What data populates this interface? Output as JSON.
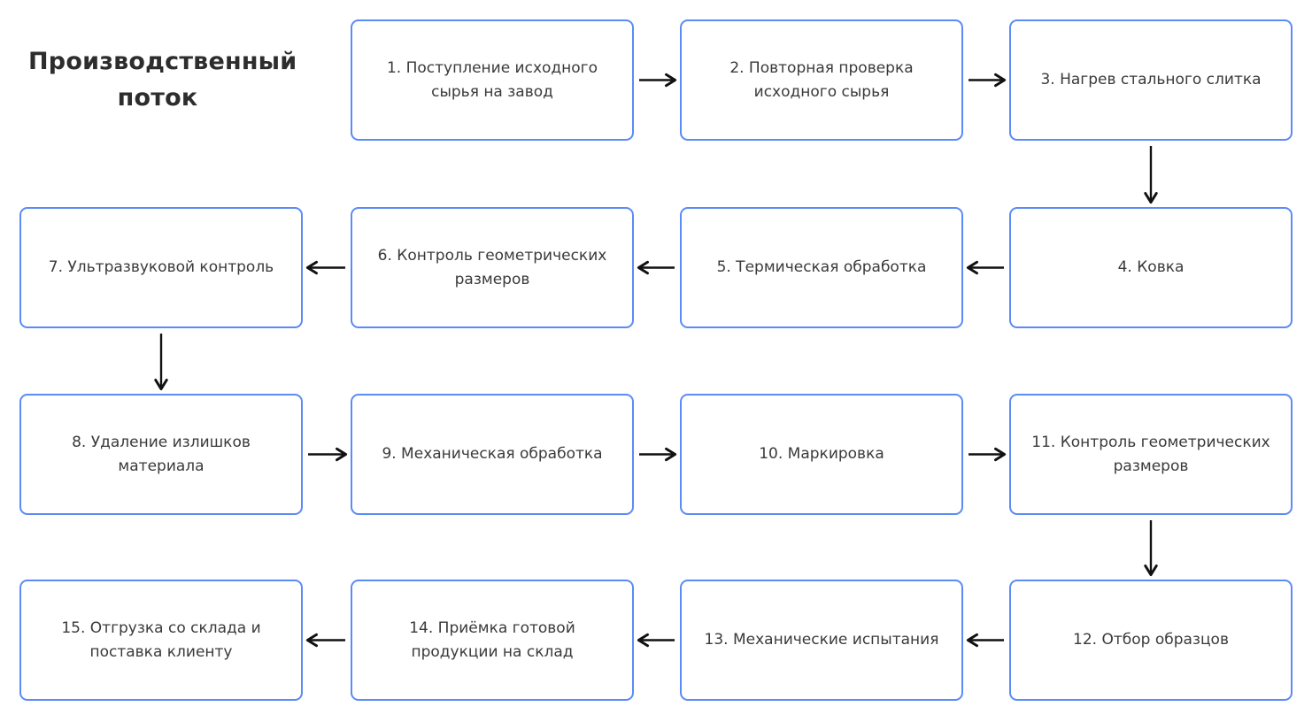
{
  "title": {
    "text": "Производственный поток"
  },
  "diagram": {
    "type": "flowchart",
    "direction": "boustrophedon",
    "nodes": [
      {
        "id": 1,
        "label": "1. Поступление исходного сырья на завод",
        "row": 0,
        "col": 1
      },
      {
        "id": 2,
        "label": "2. Повторная проверка исходного сырья",
        "row": 0,
        "col": 2
      },
      {
        "id": 3,
        "label": "3. Нагрев стального слитка",
        "row": 0,
        "col": 3
      },
      {
        "id": 4,
        "label": "4. Ковка",
        "row": 1,
        "col": 3
      },
      {
        "id": 5,
        "label": "5. Термическая обработка",
        "row": 1,
        "col": 2
      },
      {
        "id": 6,
        "label": "6. Контроль геометрических размеров",
        "row": 1,
        "col": 1
      },
      {
        "id": 7,
        "label": "7. Ультразвуковой контроль",
        "row": 1,
        "col": 0
      },
      {
        "id": 8,
        "label": "8. Удаление излишков материала",
        "row": 2,
        "col": 0
      },
      {
        "id": 9,
        "label": "9. Механическая обработка",
        "row": 2,
        "col": 1
      },
      {
        "id": 10,
        "label": "10. Маркировка",
        "row": 2,
        "col": 2
      },
      {
        "id": 11,
        "label": "11. Контроль геометрических размеров",
        "row": 2,
        "col": 3
      },
      {
        "id": 12,
        "label": "12. Отбор образцов",
        "row": 3,
        "col": 3
      },
      {
        "id": 13,
        "label": "13. Механические испытания",
        "row": 3,
        "col": 2
      },
      {
        "id": 14,
        "label": "14. Приёмка готовой продукции на склад",
        "row": 3,
        "col": 1
      },
      {
        "id": 15,
        "label": "15. Отгрузка со склада и поставка клиенту",
        "row": 3,
        "col": 0
      }
    ],
    "edges": [
      {
        "from": 1,
        "to": 2
      },
      {
        "from": 2,
        "to": 3
      },
      {
        "from": 3,
        "to": 4
      },
      {
        "from": 4,
        "to": 5
      },
      {
        "from": 5,
        "to": 6
      },
      {
        "from": 6,
        "to": 7
      },
      {
        "from": 7,
        "to": 8
      },
      {
        "from": 8,
        "to": 9
      },
      {
        "from": 9,
        "to": 10
      },
      {
        "from": 10,
        "to": 11
      },
      {
        "from": 11,
        "to": 12
      },
      {
        "from": 12,
        "to": 13
      },
      {
        "from": 13,
        "to": 14
      },
      {
        "from": 14,
        "to": 15
      }
    ],
    "colors": {
      "node_border": "#5b8bf5",
      "node_fill": "#ffffff",
      "node_text": "#3a3a3a",
      "arrow": "#111111",
      "title_text": "#2d2d2d",
      "background": "#ffffff"
    }
  }
}
